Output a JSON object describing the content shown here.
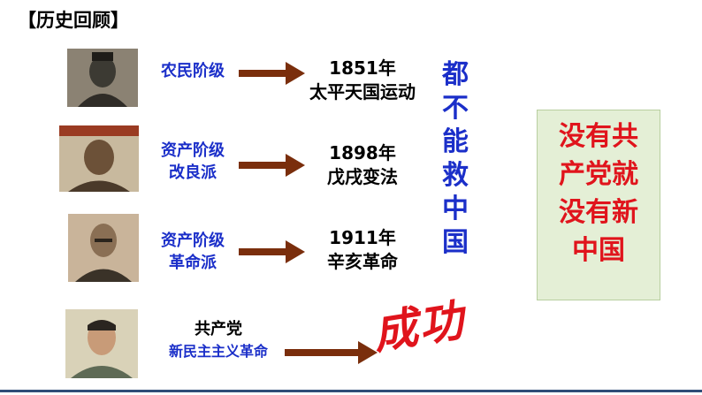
{
  "title": "【历史回顾】",
  "rows": [
    {
      "group_lines": [
        "农民阶级"
      ],
      "event_year": "1851年",
      "event_name": "太平天国运动"
    },
    {
      "group_lines": [
        "资产阶级",
        "改良派"
      ],
      "event_year": "1898年",
      "event_name": "戊戌变法"
    },
    {
      "group_lines": [
        "资产阶级",
        "革命派"
      ],
      "event_year": "1911年",
      "event_name": "辛亥革命"
    },
    {
      "group_lines": [
        "共产党",
        "新民主主义革命"
      ]
    }
  ],
  "vertical_text": [
    "都",
    "不",
    "能",
    "救",
    "中",
    "国"
  ],
  "success_text": "成功",
  "conclusion_lines": [
    "没有共",
    "产党就",
    "没有新",
    "中国"
  ],
  "colors": {
    "blue": "#1b2fc9",
    "red": "#e0141c",
    "arrow": "#7a2e0c",
    "box_bg": "#e4efd6"
  },
  "icons": [
    "arrow-right-icon"
  ]
}
